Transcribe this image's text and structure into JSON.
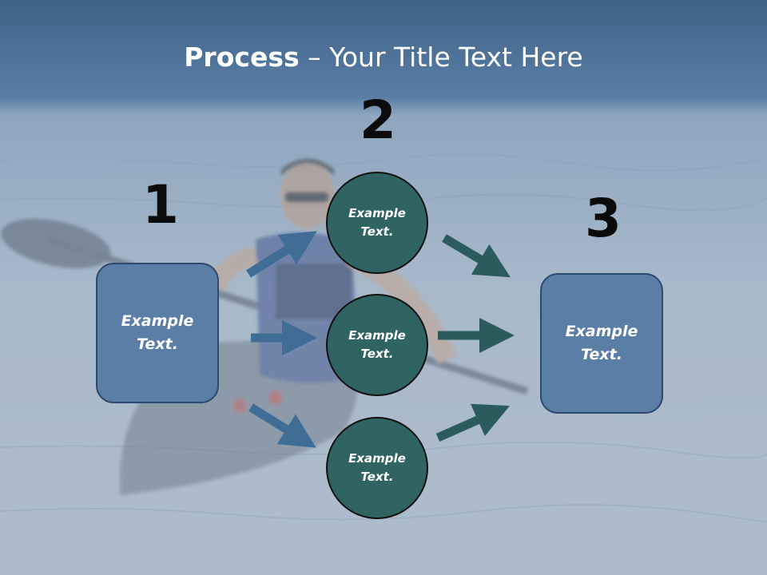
{
  "title": {
    "bold": "Process",
    "rest": " – Your Title Text Here"
  },
  "steps": {
    "one": "1",
    "two": "2",
    "three": "3"
  },
  "left_box": {
    "text": "Example\nText."
  },
  "circles": [
    {
      "text": "Example\nText."
    },
    {
      "text": "Example\nText."
    },
    {
      "text": "Example\nText."
    }
  ],
  "right_box": {
    "text": "Example\nText."
  },
  "colors": {
    "box_fill": "#5b7ea6",
    "circle_fill": "#2f6462",
    "arrow_left": "#3f6d96",
    "arrow_right": "#2b5b5c"
  }
}
